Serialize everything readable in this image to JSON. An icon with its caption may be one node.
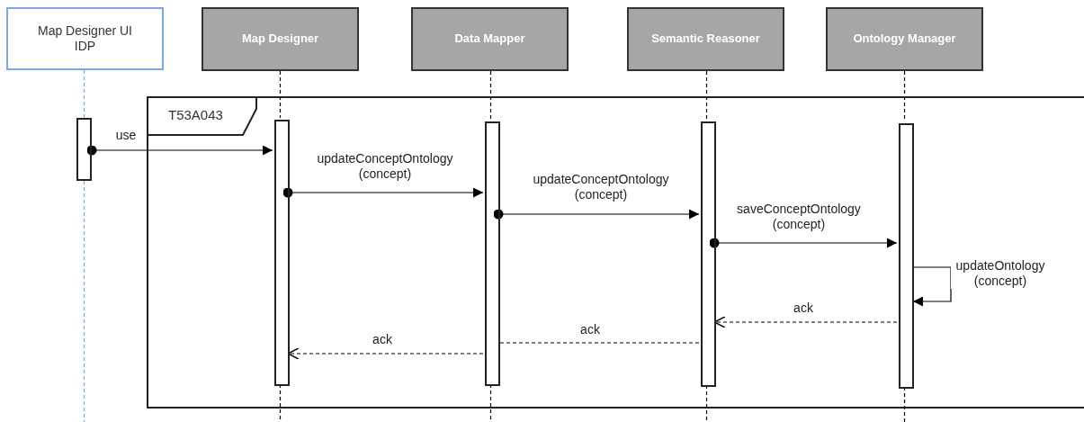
{
  "diagram": {
    "nodes": [
      {
        "text": [
          "Map Designer UI IDP"
        ]
      },
      {
        "text": [
          "Map Designer"
        ]
      },
      {
        "text": [
          "Data Mapper"
        ]
      },
      {
        "text": [
          "Semantic Reasoner"
        ]
      },
      {
        "text": [
          "Ontology Manager"
        ]
      },
      {
        "text": [
          "T53A043"
        ]
      },
      {
        "text": [],
        "shape": "bar"
      },
      {
        "text": [],
        "shape": "bar",
        "in": 5
      },
      {
        "text": [],
        "shape": "bar",
        "in": 5
      },
      {
        "text": [],
        "shape": "bar",
        "in": 5
      },
      {
        "text": [],
        "shape": "bar",
        "in": 5
      }
    ],
    "edges": [
      {
        "from": 6,
        "to": 7,
        "arrow": "to",
        "label": "use"
      },
      {
        "from": 7,
        "to": 8,
        "arrow": "to",
        "label": "updateConceptOntology (concept)"
      },
      {
        "from": 8,
        "to": 9,
        "arrow": "to",
        "label": "updateConceptOntology (concept)"
      },
      {
        "from": 9,
        "to": 10,
        "arrow": "to",
        "label": "saveConceptOntology (concept)"
      },
      {
        "from": 10,
        "to": 10,
        "arrow": "to",
        "label": "updateOntology (concept)"
      },
      {
        "from": 10,
        "to": 9,
        "arrow": "to",
        "label": "ack",
        "style": "dashed"
      },
      {
        "from": 9,
        "to": 8,
        "arrow": "none",
        "label": "ack",
        "style": "dashed"
      },
      {
        "from": 8,
        "to": 7,
        "arrow": "to",
        "label": "ack",
        "style": "dashed"
      },
      {
        "from": 0,
        "to": 6,
        "arrow": "none",
        "style": "dashed",
        "color": "#7ea6e0"
      },
      {
        "from": 1,
        "to": 7,
        "arrow": "none",
        "style": "dashed"
      },
      {
        "from": 2,
        "to": 8,
        "arrow": "none",
        "style": "dashed"
      },
      {
        "from": 3,
        "to": 9,
        "arrow": "none",
        "style": "dashed"
      },
      {
        "from": 4,
        "to": 10,
        "arrow": "none",
        "style": "dashed"
      }
    ]
  }
}
